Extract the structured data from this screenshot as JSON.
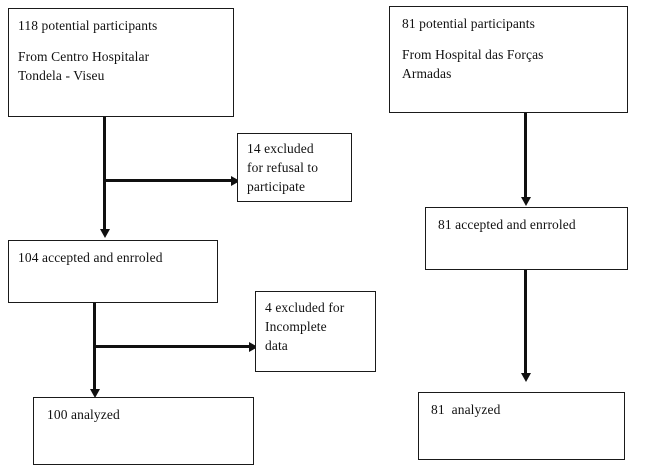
{
  "diagram": {
    "type": "participant-flow-chart",
    "branches": [
      {
        "id": "left",
        "source_box": {
          "lines": [
            "118 potential participants",
            "From Centro Hospitalar",
            "Tondela - Viseu"
          ],
          "count": 118
        },
        "exclusion_1": {
          "lines": [
            "14 excluded",
            "for refusal to",
            "participate"
          ],
          "count": 14
        },
        "enrolled_box": {
          "lines": [
            "104 accepted and enrroled"
          ],
          "count": 104
        },
        "exclusion_2": {
          "lines": [
            "4 excluded for",
            "Incomplete",
            "data"
          ],
          "count": 4
        },
        "analyzed_box": {
          "lines": [
            "100 analyzed"
          ],
          "count": 100
        }
      },
      {
        "id": "right",
        "source_box": {
          "lines": [
            "81 potential participants",
            "From Hospital das Forças",
            "Armadas"
          ],
          "count": 81
        },
        "enrolled_box": {
          "lines": [
            "81 accepted and enrroled"
          ],
          "count": 81
        },
        "analyzed_box": {
          "lines": [
            "81  analyzed"
          ],
          "count": 81
        }
      }
    ],
    "colors": {
      "border": "#1a1a1a",
      "connector": "#101010",
      "background": "#ffffff",
      "text": "#111111"
    }
  }
}
